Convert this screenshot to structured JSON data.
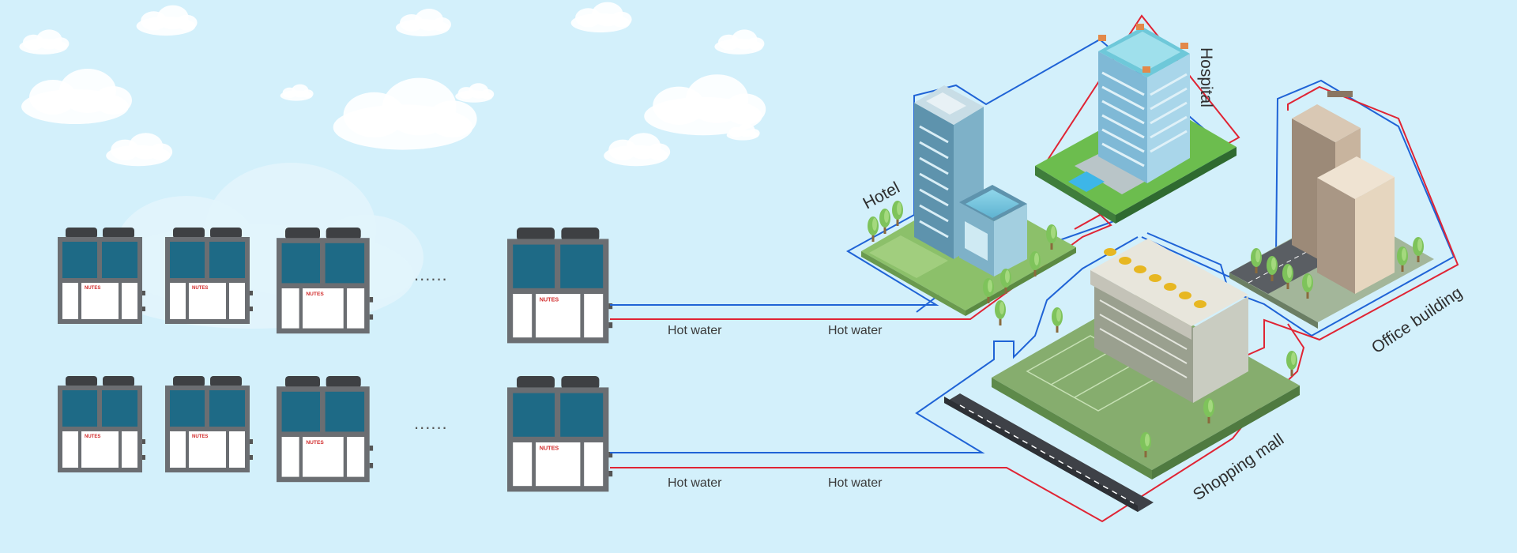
{
  "units": {
    "brand": "NUTES",
    "ellipsis": "......"
  },
  "flows": {
    "top_left_label": "Hot water",
    "top_right_label": "Hot water",
    "bottom_left_label": "Hot water",
    "bottom_right_label": "Hot water"
  },
  "buildings": {
    "hotel": "Hotel",
    "hospital": "Hospital",
    "office": "Office building",
    "mall": "Shopping mall"
  },
  "colors": {
    "sky": "#d3f0fb",
    "supply_pipe": "#1f63d6",
    "return_pipe": "#e02434",
    "unit_panel": "#1e6a86",
    "unit_frame": "#6b6e72",
    "grass": "#8cc06a"
  }
}
